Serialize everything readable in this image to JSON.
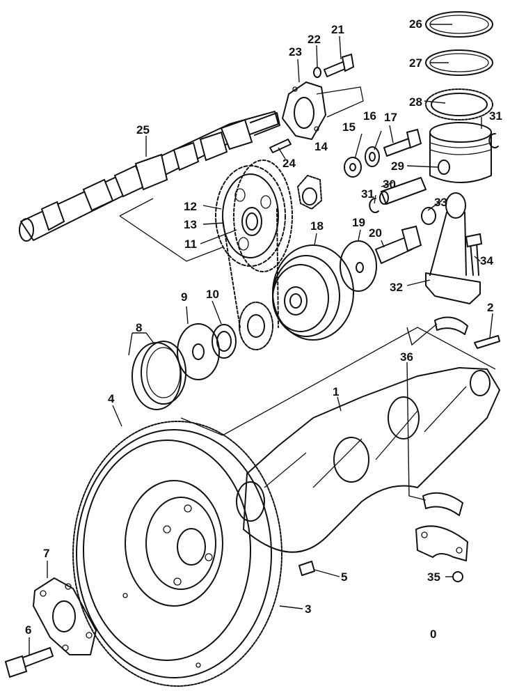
{
  "callouts": [
    {
      "id": "c1",
      "text": "1"
    },
    {
      "id": "c2",
      "text": "2"
    },
    {
      "id": "c3",
      "text": "3"
    },
    {
      "id": "c4",
      "text": "4"
    },
    {
      "id": "c5",
      "text": "5"
    },
    {
      "id": "c6",
      "text": "6"
    },
    {
      "id": "c7",
      "text": "7"
    },
    {
      "id": "c8",
      "text": "8"
    },
    {
      "id": "c9",
      "text": "9"
    },
    {
      "id": "c10",
      "text": "10"
    },
    {
      "id": "c11",
      "text": "11"
    },
    {
      "id": "c12",
      "text": "12"
    },
    {
      "id": "c13",
      "text": "13"
    },
    {
      "id": "c14",
      "text": "14"
    },
    {
      "id": "c15",
      "text": "15"
    },
    {
      "id": "c16",
      "text": "16"
    },
    {
      "id": "c17",
      "text": "17"
    },
    {
      "id": "c18",
      "text": "18"
    },
    {
      "id": "c19",
      "text": "19"
    },
    {
      "id": "c20",
      "text": "20"
    },
    {
      "id": "c21",
      "text": "21"
    },
    {
      "id": "c22",
      "text": "22"
    },
    {
      "id": "c23",
      "text": "23"
    },
    {
      "id": "c24",
      "text": "24"
    },
    {
      "id": "c25",
      "text": "25"
    },
    {
      "id": "c26",
      "text": "26"
    },
    {
      "id": "c27",
      "text": "27"
    },
    {
      "id": "c28",
      "text": "28"
    },
    {
      "id": "c29",
      "text": "29"
    },
    {
      "id": "c30",
      "text": "30"
    },
    {
      "id": "c31a",
      "text": "31"
    },
    {
      "id": "c31b",
      "text": "31"
    },
    {
      "id": "c32",
      "text": "32"
    },
    {
      "id": "c33",
      "text": "33"
    },
    {
      "id": "c34",
      "text": "34"
    },
    {
      "id": "c35",
      "text": "35"
    },
    {
      "id": "c36",
      "text": "36"
    }
  ],
  "corner_mark": "0"
}
